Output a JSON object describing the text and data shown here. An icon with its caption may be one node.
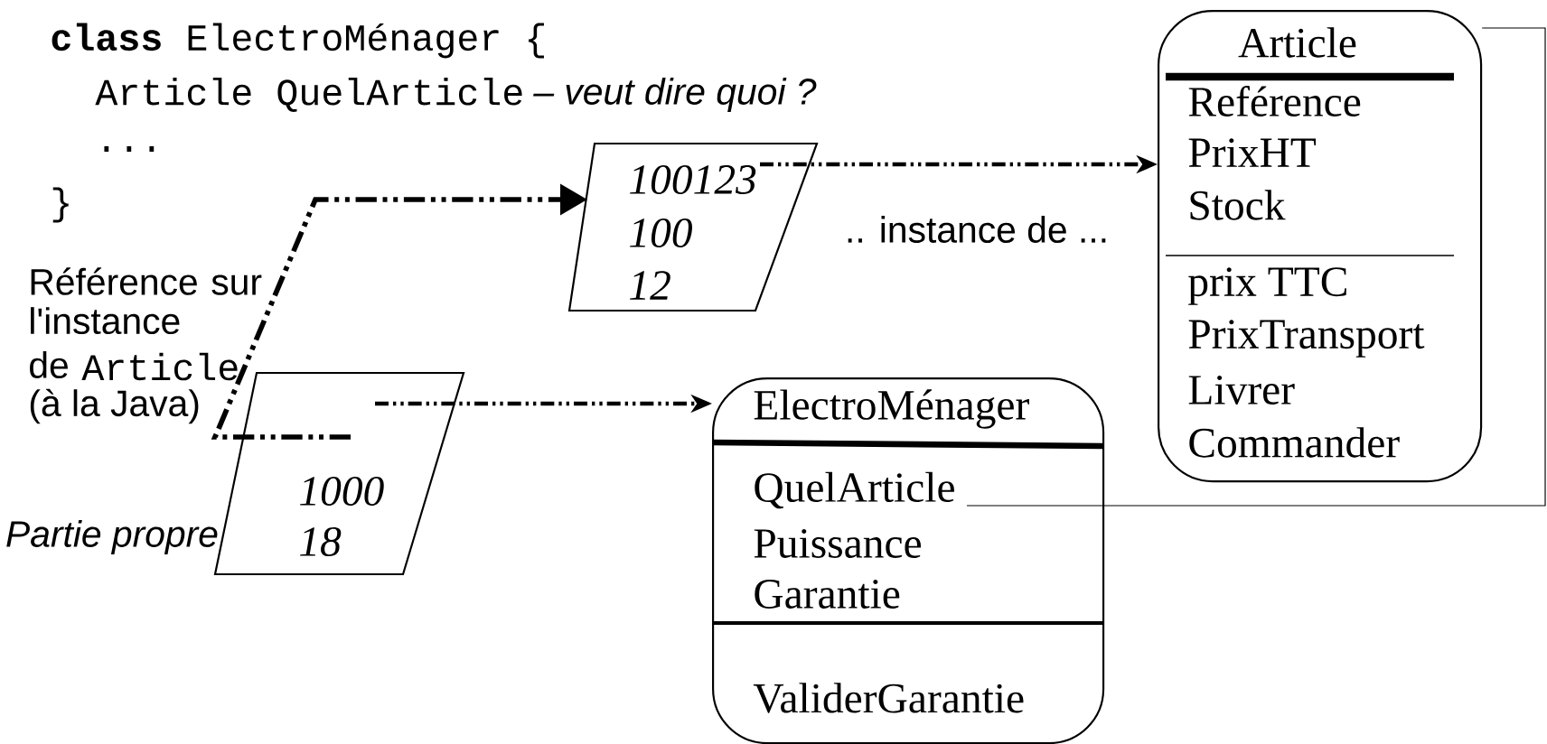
{
  "diagram": {
    "nodes": [
      {
        "text": [
          "100123",
          "100",
          "12"
        ]
      },
      {
        "text": [
          "1000",
          "18"
        ],
        "beside": [
          "Partie propre"
        ]
      },
      {
        "text": [
          "Article",
          "Reférence",
          "PrixHT",
          "Stock",
          "prix TTC",
          "PrixTransport",
          "Livrer",
          "Commander"
        ]
      },
      {
        "text": [
          "ElectroMénager",
          "QuelArticle",
          "Puissance",
          "Garantie",
          "ValiderGarantie"
        ]
      }
    ],
    "edges": [
      {
        "from": 0,
        "to": 2,
        "arrow": "to",
        "style": "dashed"
      },
      {
        "from": 1,
        "to": 3,
        "arrow": "to",
        "style": "dashed"
      },
      {
        "from": 1,
        "to": 0,
        "arrow": "to",
        "style": "dashed"
      },
      {
        "from": 3,
        "to": 2,
        "arrow": "none"
      }
    ],
    "labels": [
      "**class** ElectroMénager {",
      "Article QuelArticle",
      "– veut dire quoi ?",
      "...",
      "}",
      ".. instance de ...",
      "Référence sur l'instance",
      "de",
      "Article",
      "(à la Java)"
    ]
  }
}
